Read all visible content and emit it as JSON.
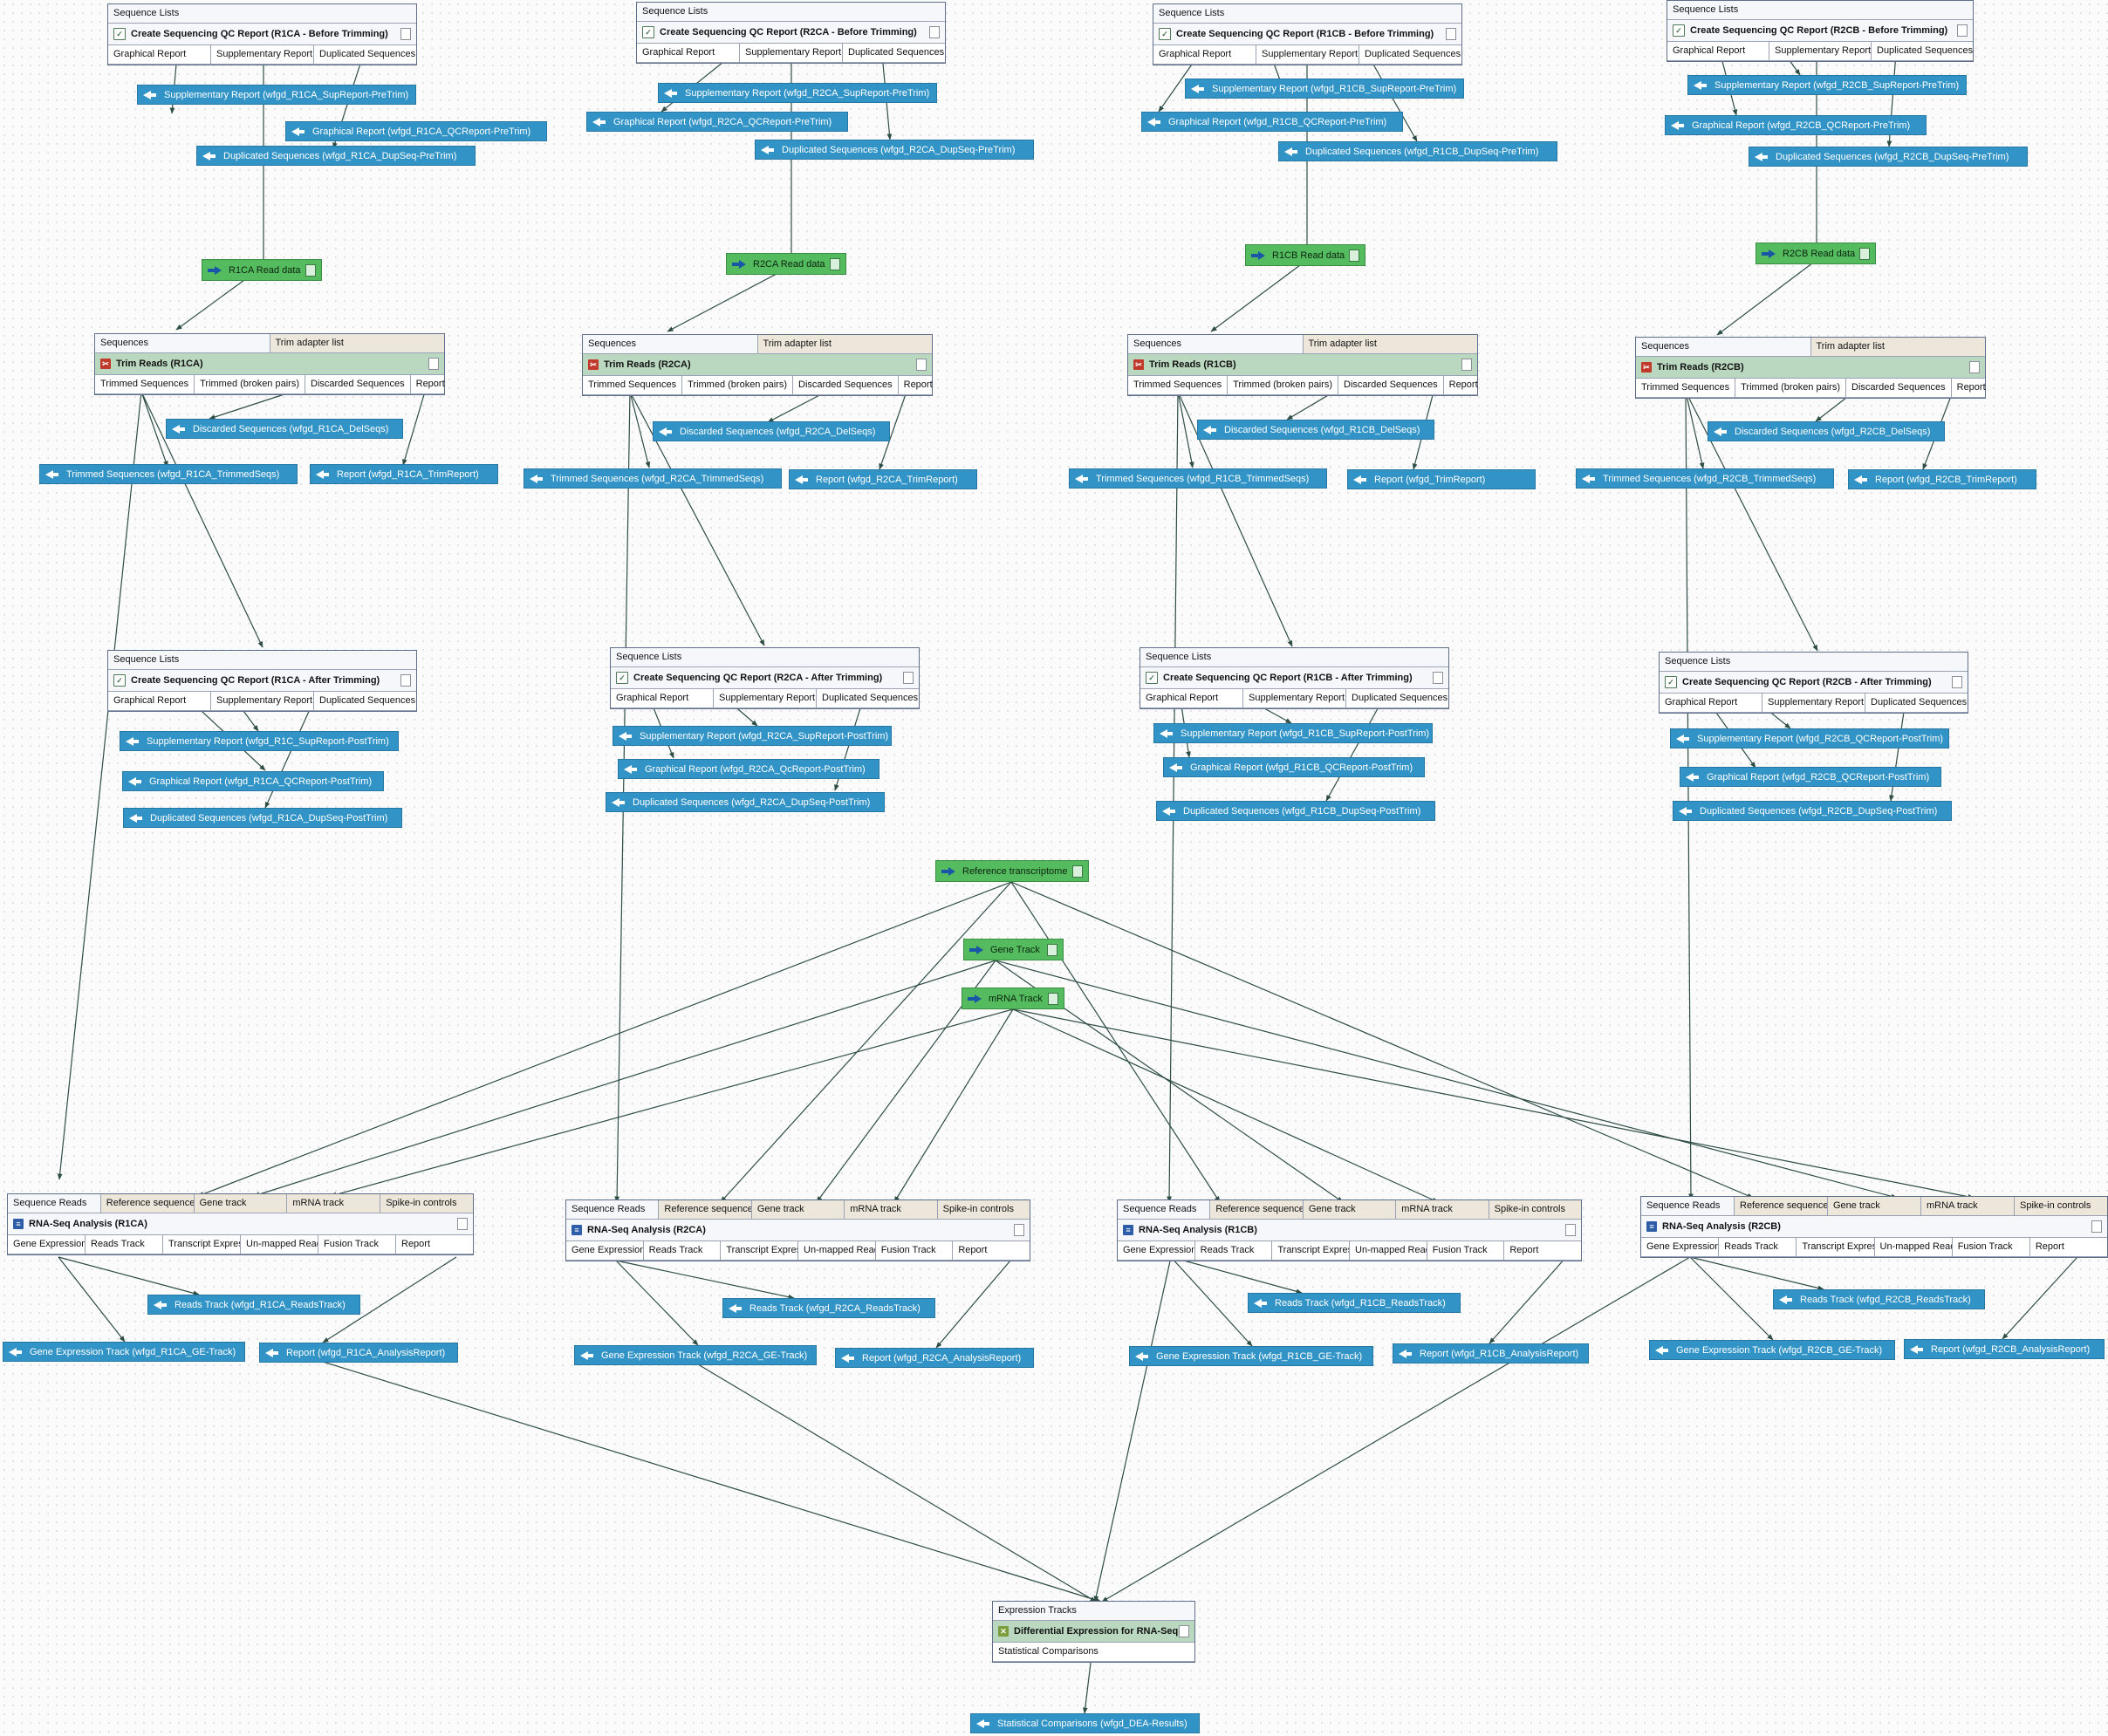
{
  "colors": {
    "output": "#3294c6",
    "input": "#54bb5e",
    "tool_header": "#bad8bf",
    "wire": "#2e4d44"
  },
  "qc_pre": [
    {
      "sec": "Sequence Lists",
      "title": "Create Sequencing QC Report (R1CA - Before Trimming)",
      "outs": [
        "Graphical Report",
        "Supplementary Report",
        "Duplicated Sequences"
      ],
      "supp": "Supplementary Report (wfgd_R1CA_SupReport-PreTrim)",
      "graph": "Graphical Report (wfgd_R1CA_QCReport-PreTrim)",
      "dup": "Duplicated Sequences (wfgd_R1CA_DupSeq-PreTrim)"
    },
    {
      "sec": "Sequence Lists",
      "title": "Create Sequencing QC Report (R2CA - Before Trimming)",
      "outs": [
        "Graphical Report",
        "Supplementary Report",
        "Duplicated Sequences"
      ],
      "supp": "Supplementary Report (wfgd_R2CA_SupReport-PreTrim)",
      "graph": "Graphical Report (wfgd_R2CA_QCReport-PreTrim)",
      "dup": "Duplicated Sequences (wfgd_R2CA_DupSeq-PreTrim)"
    },
    {
      "sec": "Sequence Lists",
      "title": "Create Sequencing QC Report (R1CB - Before Trimming)",
      "outs": [
        "Graphical Report",
        "Supplementary Report",
        "Duplicated Sequences"
      ],
      "supp": "Supplementary Report (wfgd_R1CB_SupReport-PreTrim)",
      "graph": "Graphical Report (wfgd_R1CB_QCReport-PreTrim)",
      "dup": "Duplicated Sequences (wfgd_R1CB_DupSeq-PreTrim)"
    },
    {
      "sec": "Sequence Lists",
      "title": "Create Sequencing QC Report (R2CB - Before Trimming)",
      "outs": [
        "Graphical Report",
        "Supplementary Report",
        "Duplicated Sequences"
      ],
      "supp": "Supplementary Report (wfgd_R2CB_SupReport-PreTrim)",
      "graph": "Graphical Report (wfgd_R2CB_QCReport-PreTrim)",
      "dup": "Duplicated Sequences (wfgd_R2CB_DupSeq-PreTrim)"
    }
  ],
  "read_inputs": [
    "R1CA Read data",
    "R2CA Read data",
    "R1CB Read data",
    "R2CB Read data"
  ],
  "trim": [
    {
      "in": [
        "Sequences",
        "Trim adapter list"
      ],
      "title": "Trim Reads (R1CA)",
      "outs": [
        "Trimmed Sequences",
        "Trimmed (broken pairs)",
        "Discarded Sequences",
        "Report"
      ],
      "disc": "Discarded Sequences (wfgd_R1CA_DelSeqs)",
      "trimmed": "Trimmed Sequences (wfgd_R1CA_TrimmedSeqs)",
      "report": "Report (wfgd_R1CA_TrimReport)"
    },
    {
      "in": [
        "Sequences",
        "Trim adapter list"
      ],
      "title": "Trim Reads (R2CA)",
      "outs": [
        "Trimmed Sequences",
        "Trimmed (broken pairs)",
        "Discarded Sequences",
        "Report"
      ],
      "disc": "Discarded Sequences (wfgd_R2CA_DelSeqs)",
      "trimmed": "Trimmed Sequences (wfgd_R2CA_TrimmedSeqs)",
      "report": "Report (wfgd_R2CA_TrimReport)"
    },
    {
      "in": [
        "Sequences",
        "Trim adapter list"
      ],
      "title": "Trim Reads (R1CB)",
      "outs": [
        "Trimmed Sequences",
        "Trimmed (broken pairs)",
        "Discarded Sequences",
        "Report"
      ],
      "disc": "Discarded Sequences (wfgd_R1CB_DelSeqs)",
      "trimmed": "Trimmed Sequences (wfgd_R1CB_TrimmedSeqs)",
      "report": "Report (wfgd_TrimReport)"
    },
    {
      "in": [
        "Sequences",
        "Trim adapter list"
      ],
      "title": "Trim Reads (R2CB)",
      "outs": [
        "Trimmed Sequences",
        "Trimmed (broken pairs)",
        "Discarded Sequences",
        "Report"
      ],
      "disc": "Discarded Sequences (wfgd_R2CB_DelSeqs)",
      "trimmed": "Trimmed Sequences (wfgd_R2CB_TrimmedSeqs)",
      "report": "Report (wfgd_R2CB_TrimReport)"
    }
  ],
  "qc_post": [
    {
      "sec": "Sequence Lists",
      "title": "Create Sequencing QC Report (R1CA - After Trimming)",
      "outs": [
        "Graphical Report",
        "Supplementary Report",
        "Duplicated Sequences"
      ],
      "supp": "Supplementary Report (wfgd_R1C_SupReport-PostTrim)",
      "graph": "Graphical Report (wfgd_R1CA_QCReport-PostTrim)",
      "dup": "Duplicated Sequences (wfgd_R1CA_DupSeq-PostTrim)"
    },
    {
      "sec": "Sequence Lists",
      "title": "Create Sequencing QC Report (R2CA - After Trimming)",
      "outs": [
        "Graphical Report",
        "Supplementary Report",
        "Duplicated Sequences"
      ],
      "supp": "Supplementary Report (wfgd_R2CA_SupReport-PostTrim)",
      "graph": "Graphical Report (wfgd_R2CA_QcReport-PostTrim)",
      "dup": "Duplicated Sequences (wfgd_R2CA_DupSeq-PostTrim)"
    },
    {
      "sec": "Sequence Lists",
      "title": "Create Sequencing QC Report (R1CB - After Trimming)",
      "outs": [
        "Graphical Report",
        "Supplementary Report",
        "Duplicated Sequences"
      ],
      "supp": "Supplementary Report (wfgd_R1CB_SupReport-PostTrim)",
      "graph": "Graphical Report (wfgd_R1CB_QCReport-PostTrim)",
      "dup": "Duplicated Sequences (wfgd_R1CB_DupSeq-PostTrim)"
    },
    {
      "sec": "Sequence Lists",
      "title": "Create Sequencing QC Report (R2CB - After Trimming)",
      "outs": [
        "Graphical Report",
        "Supplementary Report",
        "Duplicated Sequences"
      ],
      "supp": "Supplementary Report (wfgd_R2CB_QCReport-PostTrim)",
      "graph": "Graphical Report (wfgd_R2CB_QCReport-PostTrim)",
      "dup": "Duplicated Sequences (wfgd_R2CB_DupSeq-PostTrim)"
    }
  ],
  "ref_inputs": [
    "Reference transcriptome",
    "Gene Track",
    "mRNA Track"
  ],
  "rna": [
    {
      "in": [
        "Sequence Reads",
        "Reference sequence",
        "Gene track",
        "mRNA track",
        "Spike-in controls"
      ],
      "title": "RNA-Seq Analysis (R1CA)",
      "outs": [
        "Gene Expression Track",
        "Reads Track",
        "Transcript Expression Track",
        "Un-mapped Reads",
        "Fusion Track",
        "Report"
      ],
      "reads": "Reads Track (wfgd_R1CA_ReadsTrack)",
      "ge": "Gene Expression Track (wfgd_R1CA_GE-Track)",
      "report": "Report (wfgd_R1CA_AnalysisReport)"
    },
    {
      "in": [
        "Sequence Reads",
        "Reference sequence",
        "Gene track",
        "mRNA track",
        "Spike-in controls"
      ],
      "title": "RNA-Seq Analysis (R2CA)",
      "outs": [
        "Gene Expression Track",
        "Reads Track",
        "Transcript Expression Track",
        "Un-mapped Reads",
        "Fusion Track",
        "Report"
      ],
      "reads": "Reads Track (wfgd_R2CA_ReadsTrack)",
      "ge": "Gene Expression Track (wfgd_R2CA_GE-Track)",
      "report": "Report (wfgd_R2CA_AnalysisReport)"
    },
    {
      "in": [
        "Sequence Reads",
        "Reference sequence",
        "Gene track",
        "mRNA track",
        "Spike-in controls"
      ],
      "title": "RNA-Seq Analysis (R1CB)",
      "outs": [
        "Gene Expression Track",
        "Reads Track",
        "Transcript Expression Track",
        "Un-mapped Reads",
        "Fusion Track",
        "Report"
      ],
      "reads": "Reads Track (wfgd_R1CB_ReadsTrack)",
      "ge": "Gene Expression Track (wfgd_R1CB_GE-Track)",
      "report": "Report (wfgd_R1CB_AnalysisReport)"
    },
    {
      "in": [
        "Sequence Reads",
        "Reference sequence",
        "Gene track",
        "mRNA track",
        "Spike-in controls"
      ],
      "title": "RNA-Seq Analysis (R2CB)",
      "outs": [
        "Gene Expression Track",
        "Reads Track",
        "Transcript Expression Track",
        "Un-mapped Reads",
        "Fusion Track",
        "Report"
      ],
      "reads": "Reads Track (wfgd_R2CB_ReadsTrack)",
      "ge": "Gene Expression Track (wfgd_R2CB_GE-Track)",
      "report": "Report (wfgd_R2CB_AnalysisReport)"
    }
  ],
  "dea": {
    "in": "Expression Tracks",
    "title": "Differential Expression for RNA-Seq",
    "out": "Statistical Comparisons",
    "result": "Statistical Comparisons (wfgd_DEA-Results)"
  }
}
